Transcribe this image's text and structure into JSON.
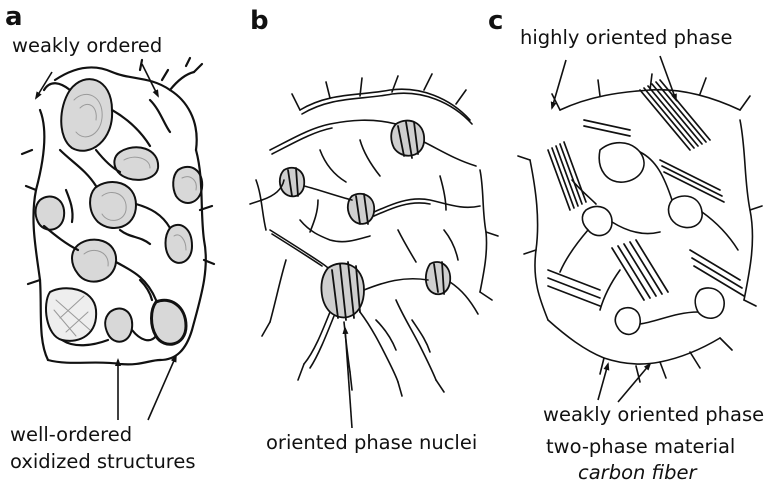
{
  "panels": [
    {
      "letter": "a",
      "labels": {
        "top": "weakly ordered",
        "bottom_line1": "well-ordered",
        "bottom_line2": "oxidized structures"
      }
    },
    {
      "letter": "b",
      "labels": {
        "bottom": "oriented phase nuclei"
      }
    },
    {
      "letter": "c",
      "labels": {
        "top": "highly oriented phase",
        "bottom": "weakly oriented phase",
        "caption_line1": "two-phase material",
        "caption_line2": "carbon fiber"
      }
    }
  ],
  "colors": {
    "ink": "#111111",
    "fill_gray": "#d8d8d8",
    "swirl": "#9a9a9a"
  }
}
